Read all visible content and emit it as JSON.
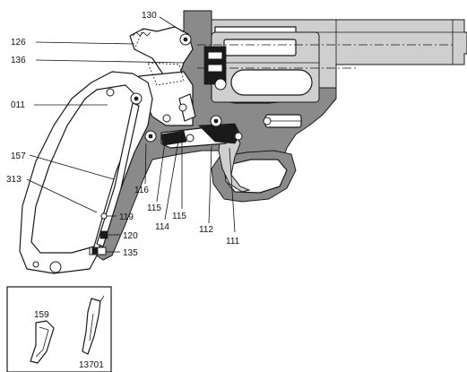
{
  "callouts": [
    {
      "id": "130",
      "text": "130"
    },
    {
      "id": "126",
      "text": "126"
    },
    {
      "id": "136",
      "text": "136"
    },
    {
      "id": "011",
      "text": "011"
    },
    {
      "id": "157",
      "text": "157"
    },
    {
      "id": "313",
      "text": "313"
    },
    {
      "id": "116",
      "text": "116"
    },
    {
      "id": "115a",
      "text": "115"
    },
    {
      "id": "114",
      "text": "114"
    },
    {
      "id": "115b",
      "text": "115"
    },
    {
      "id": "112",
      "text": "112"
    },
    {
      "id": "111",
      "text": "111"
    },
    {
      "id": "119",
      "text": "119"
    },
    {
      "id": "120",
      "text": "120"
    },
    {
      "id": "135",
      "text": "135"
    }
  ],
  "inset": {
    "labels": [
      {
        "id": "159",
        "text": "159"
      },
      {
        "id": "13701",
        "text": "13701"
      }
    ]
  },
  "colors": {
    "line": "#1a1a1a",
    "frame": "#8a8a8a",
    "light": "#cfcfcf",
    "background": "#ffffff"
  }
}
